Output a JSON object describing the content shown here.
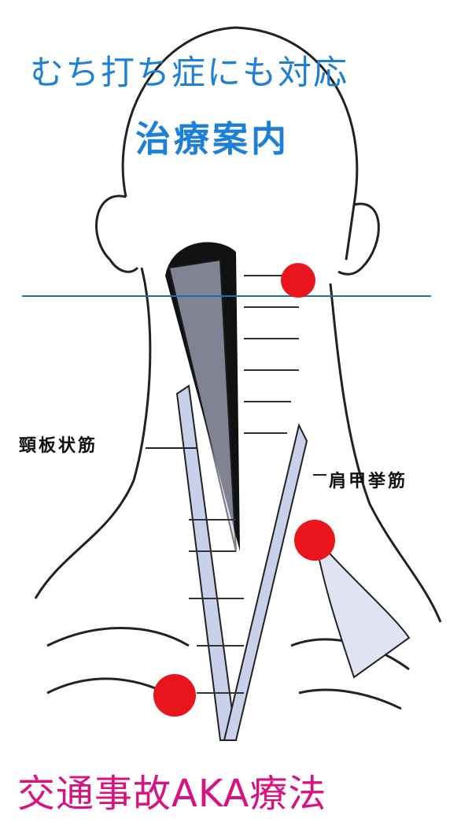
{
  "title": {
    "line1": "むち打ち症にも対応",
    "line2": "治療案内"
  },
  "labels": {
    "splenius": "頸板状筋",
    "levator": "肩甲挙筋"
  },
  "footer": "交通事故AKA療法",
  "colors": {
    "title": "#1e7fd6",
    "footer": "#d6137f",
    "point": "#e8161c",
    "guide_line": "#1b6fb0",
    "muscle_fill": "#c9d0ea"
  }
}
